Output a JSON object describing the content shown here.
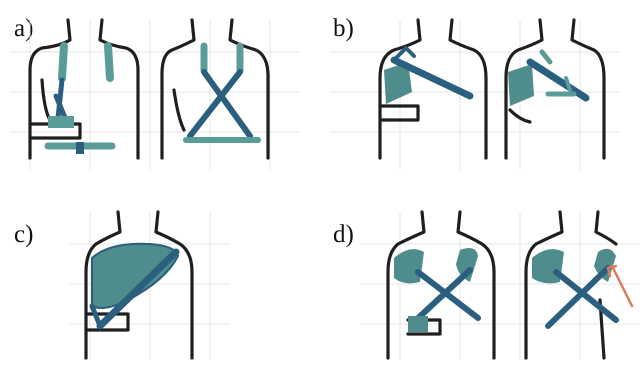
{
  "panels": [
    {
      "id": "a",
      "label": "a)"
    },
    {
      "id": "b",
      "label": "b)"
    },
    {
      "id": "c",
      "label": "c)"
    },
    {
      "id": "d",
      "label": "d)"
    }
  ],
  "colors": {
    "outline": "#1f1f1f",
    "strap_light": "#5a9c98",
    "strap_dark": "#2b5f7f",
    "pad": "#4e8d8b",
    "accent_arrow": "#e07a5f",
    "grid": "#e4e4e4",
    "background": "#ffffff"
  }
}
